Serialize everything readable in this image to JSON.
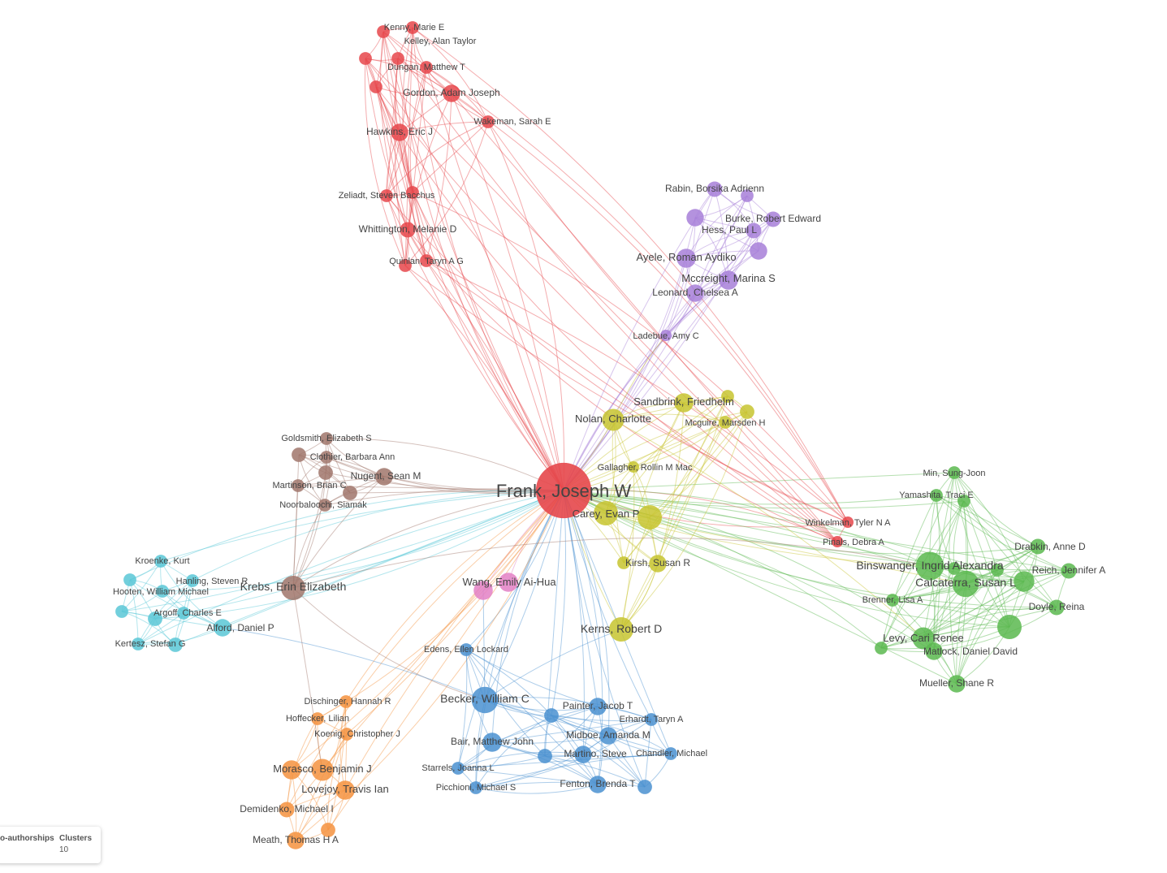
{
  "clusters": {
    "c1": "#e6474b",
    "c2": "#5ab84f",
    "c3": "#4a90d0",
    "c4": "#c7c42f",
    "c5": "#a77fd8",
    "c6": "#59c7d6",
    "c7": "#f5923e",
    "c8": "#a0766b",
    "c9": "#e380c6"
  },
  "nodes": [
    {
      "id": "frank",
      "label": "Frank, Joseph W",
      "c": "c1",
      "w": 30,
      "lp": "r"
    },
    {
      "id": "kenny",
      "label": "Kenny, Marie E",
      "c": "c1",
      "w": 0.5
    },
    {
      "id": "kelley",
      "label": "Kelley, Alan Taylor",
      "c": "c1",
      "w": 0.5
    },
    {
      "id": "dungan",
      "label": "Dungan, Matthew T",
      "c": "c1",
      "w": 0.5
    },
    {
      "id": "gordon",
      "label": "Gordon, Adam Joseph",
      "c": "c1",
      "w": 1.5
    },
    {
      "id": "wakeman",
      "label": "Wakeman, Sarah E",
      "c": "c1",
      "w": 0.5
    },
    {
      "id": "hawkins",
      "label": "Hawkins, Eric J",
      "c": "c1",
      "w": 1.5
    },
    {
      "id": "zeliadt",
      "label": "Zeliadt, Steven Bacchus",
      "c": "c1",
      "w": 0.5
    },
    {
      "id": "whittington",
      "label": "Whittington, Melanie D",
      "c": "c1",
      "w": 1
    },
    {
      "id": "quinlan",
      "label": "Quinlan, Taryn A G",
      "c": "c1",
      "w": 0.5
    },
    {
      "id": "r_a",
      "label": "",
      "c": "c1",
      "w": 0.5
    },
    {
      "id": "r_b",
      "label": "",
      "c": "c1",
      "w": 0.5
    },
    {
      "id": "r_c",
      "label": "",
      "c": "c1",
      "w": 0.5
    },
    {
      "id": "r_d",
      "label": "",
      "c": "c1",
      "w": 0.5
    },
    {
      "id": "r_e",
      "label": "",
      "c": "c1",
      "w": 0.5
    },
    {
      "id": "winkelman",
      "label": "Winkelman, Tyler N A",
      "c": "c1",
      "w": 0.3
    },
    {
      "id": "pinals",
      "label": "Pinals, Debra A",
      "c": "c1",
      "w": 0.3
    },
    {
      "id": "rabin",
      "label": "Rabin, Borsika Adrienn",
      "c": "c5",
      "w": 1
    },
    {
      "id": "burke",
      "label": "Burke, Robert Edward",
      "c": "c5",
      "w": 1
    },
    {
      "id": "hess",
      "label": "Hess, Paul L",
      "c": "c5",
      "w": 1
    },
    {
      "id": "ayele",
      "label": "Ayele, Roman Aydiko",
      "c": "c5",
      "w": 2
    },
    {
      "id": "mccreight",
      "label": "Mccreight, Marina S",
      "c": "c5",
      "w": 2
    },
    {
      "id": "leonard",
      "label": "Leonard, Chelsea A",
      "c": "c5",
      "w": 1.5
    },
    {
      "id": "ladebue",
      "label": "Ladebue, Amy C",
      "c": "c5",
      "w": 0.3
    },
    {
      "id": "p_a",
      "label": "",
      "c": "c5",
      "w": 0.5
    },
    {
      "id": "p_b",
      "label": "",
      "c": "c5",
      "w": 1.5
    },
    {
      "id": "p_c",
      "label": "",
      "c": "c5",
      "w": 1.5
    },
    {
      "id": "sandbrink",
      "label": "Sandbrink, Friedhelm",
      "c": "c4",
      "w": 2
    },
    {
      "id": "mcguire",
      "label": "Mcguire, Marsden H",
      "c": "c4",
      "w": 0.5
    },
    {
      "id": "nolan",
      "label": "Nolan, Charlotte",
      "c": "c4",
      "w": 3
    },
    {
      "id": "gallagher",
      "label": "Gallagher, Rollin M Mac",
      "c": "c4",
      "w": 0.3
    },
    {
      "id": "carey",
      "label": "Carey, Evan P",
      "c": "c4",
      "w": 4
    },
    {
      "id": "y_big",
      "label": "",
      "c": "c4",
      "w": 4
    },
    {
      "id": "kirsh",
      "label": "Kirsh, Susan R",
      "c": "c4",
      "w": 1.5
    },
    {
      "id": "kerns",
      "label": "Kerns, Robert D",
      "c": "c4",
      "w": 4
    },
    {
      "id": "y_a",
      "label": "",
      "c": "c4",
      "w": 0.5
    },
    {
      "id": "y_b",
      "label": "",
      "c": "c4",
      "w": 0.8
    },
    {
      "id": "y_c",
      "label": "",
      "c": "c4",
      "w": 0.5
    },
    {
      "id": "min",
      "label": "Min, Sung-Joon",
      "c": "c2",
      "w": 0.5
    },
    {
      "id": "yamashita",
      "label": "Yamashita, Traci E",
      "c": "c2",
      "w": 0.5
    },
    {
      "id": "drabkin",
      "label": "Drabkin, Anne D",
      "c": "c2",
      "w": 1
    },
    {
      "id": "binswanger",
      "label": "Binswanger, Ingrid Alexandra",
      "c": "c2",
      "w": 6
    },
    {
      "id": "calcaterra",
      "label": "Calcaterra, Susan L",
      "c": "c2",
      "w": 5
    },
    {
      "id": "reich",
      "label": "Reich, Jennifer A",
      "c": "c2",
      "w": 1
    },
    {
      "id": "brenner",
      "label": "Brenner, Lisa A",
      "c": "c2",
      "w": 0.5
    },
    {
      "id": "doyle",
      "label": "Doyle, Reina",
      "c": "c2",
      "w": 1
    },
    {
      "id": "levy",
      "label": "Levy, Cari Renee",
      "c": "c2",
      "w": 3
    },
    {
      "id": "matlock",
      "label": "Matlock, Daniel David",
      "c": "c2",
      "w": 1.5
    },
    {
      "id": "mueller",
      "label": "Mueller, Shane R",
      "c": "c2",
      "w": 1.5
    },
    {
      "id": "g_a",
      "label": "",
      "c": "c2",
      "w": 0.5
    },
    {
      "id": "g_b",
      "label": "",
      "c": "c2",
      "w": 4
    },
    {
      "id": "g_c",
      "label": "",
      "c": "c2",
      "w": 0.5
    },
    {
      "id": "g_d",
      "label": "",
      "c": "c2",
      "w": 2.5
    },
    {
      "id": "g_e",
      "label": "",
      "c": "c2",
      "w": 0.5
    },
    {
      "id": "g_f",
      "label": "",
      "c": "c2",
      "w": 0.5
    },
    {
      "id": "goldsmith",
      "label": "Goldsmith, Elizabeth S",
      "c": "c8",
      "w": 0.5
    },
    {
      "id": "clothier",
      "label": "Clothier, Barbara Ann",
      "c": "c8",
      "w": 0.5
    },
    {
      "id": "nugent",
      "label": "Nugent, Sean M",
      "c": "c8",
      "w": 1.5
    },
    {
      "id": "martinson",
      "label": "Martinson, Brian C",
      "c": "c8",
      "w": 0.5
    },
    {
      "id": "noorbaloochi",
      "label": "Noorbaloochi, Siamak",
      "c": "c8",
      "w": 0.5
    },
    {
      "id": "krebs",
      "label": "Krebs, Erin Elizabeth",
      "c": "c8",
      "w": 4
    },
    {
      "id": "b_a",
      "label": "",
      "c": "c8",
      "w": 0.8
    },
    {
      "id": "b_b",
      "label": "",
      "c": "c8",
      "w": 0.8
    },
    {
      "id": "b_c",
      "label": "",
      "c": "c8",
      "w": 0.8
    },
    {
      "id": "kroenke",
      "label": "Kroenke, Kurt",
      "c": "c6",
      "w": 0.5
    },
    {
      "id": "hanling",
      "label": "Hanling, Steven R",
      "c": "c6",
      "w": 0.5
    },
    {
      "id": "hooten",
      "label": "Hooten, William Michael",
      "c": "c6",
      "w": 0.5
    },
    {
      "id": "argoff",
      "label": "Argoff, Charles E",
      "c": "c6",
      "w": 0.5
    },
    {
      "id": "alford",
      "label": "Alford, Daniel P",
      "c": "c6",
      "w": 1.5
    },
    {
      "id": "kertesz",
      "label": "Kertesz, Stefan G",
      "c": "c6",
      "w": 0.5
    },
    {
      "id": "t_a",
      "label": "",
      "c": "c6",
      "w": 0.5
    },
    {
      "id": "t_b",
      "label": "",
      "c": "c6",
      "w": 0.8
    },
    {
      "id": "t_c",
      "label": "",
      "c": "c6",
      "w": 0.5
    },
    {
      "id": "t_d",
      "label": "",
      "c": "c6",
      "w": 0.8
    },
    {
      "id": "wang",
      "label": "Wang, Emily Ai-Hua",
      "c": "c9",
      "w": 2
    },
    {
      "id": "m_a",
      "label": "",
      "c": "c9",
      "w": 2
    },
    {
      "id": "edens",
      "label": "Edens, Ellen Lockard",
      "c": "c3",
      "w": 0.5
    },
    {
      "id": "becker",
      "label": "Becker, William C",
      "c": "c3",
      "w": 5
    },
    {
      "id": "painter",
      "label": "Painter, Jacob T",
      "c": "c3",
      "w": 1.5
    },
    {
      "id": "erhardt",
      "label": "Erhardt, Taryn A",
      "c": "c3",
      "w": 0.5
    },
    {
      "id": "bair",
      "label": "Bair, Matthew John",
      "c": "c3",
      "w": 2
    },
    {
      "id": "midboe",
      "label": "Midboe, Amanda M",
      "c": "c3",
      "w": 1.5
    },
    {
      "id": "martino",
      "label": "Martino, Steve",
      "c": "c3",
      "w": 1.5
    },
    {
      "id": "chandler",
      "label": "Chandler, Michael",
      "c": "c3",
      "w": 0.5
    },
    {
      "id": "starrels",
      "label": "Starrels, Joanna L",
      "c": "c3",
      "w": 0.5
    },
    {
      "id": "picchioni",
      "label": "Picchioni, Michael S",
      "c": "c3",
      "w": 0.5
    },
    {
      "id": "fenton",
      "label": "Fenton, Brenda T",
      "c": "c3",
      "w": 1.5
    },
    {
      "id": "u_a",
      "label": "",
      "c": "c3",
      "w": 0.8
    },
    {
      "id": "u_b",
      "label": "",
      "c": "c3",
      "w": 0.8
    },
    {
      "id": "u_c",
      "label": "",
      "c": "c3",
      "w": 0.8
    },
    {
      "id": "dischinger",
      "label": "Dischinger, Hannah R",
      "c": "c7",
      "w": 0.5
    },
    {
      "id": "hoffecker",
      "label": "Hoffecker, Lilian",
      "c": "c7",
      "w": 0.5
    },
    {
      "id": "koenig",
      "label": "Koenig, Christopher J",
      "c": "c7",
      "w": 0.5
    },
    {
      "id": "morasco",
      "label": "Morasco, Benjamin J",
      "c": "c7",
      "w": 3
    },
    {
      "id": "lovejoy",
      "label": "Lovejoy, Travis Ian",
      "c": "c7",
      "w": 2
    },
    {
      "id": "demidenko",
      "label": "Demidenko, Michael I",
      "c": "c7",
      "w": 1
    },
    {
      "id": "meath",
      "label": "Meath, Thomas H A",
      "c": "c7",
      "w": 1.5
    },
    {
      "id": "o_a",
      "label": "",
      "c": "c7",
      "w": 2
    },
    {
      "id": "o_b",
      "label": "",
      "c": "c7",
      "w": 0.8
    }
  ],
  "legend": {
    "coauthorships_label": "o-authorships",
    "clusters_label": "Clusters",
    "clusters_value": "10"
  }
}
